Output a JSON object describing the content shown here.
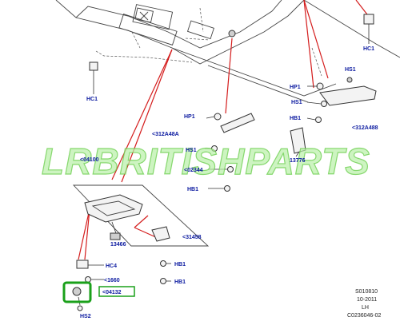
{
  "diagram": {
    "watermark": "LRBRITISHPARTS",
    "callouts": {
      "hc1_left": "HC1",
      "hc1_right": "HC1",
      "hp1_right": "HP1",
      "hs1_top": "HS1",
      "hs1_right": "HS1",
      "hb1_right": "HB1",
      "ref_312a488": "<312A488",
      "hp1_center": "HP1",
      "ref_312a48a": "<312A48A",
      "hs1_center": "HS1",
      "ref_02344": "<02344",
      "hb1_center": "HB1",
      "part_13776": "13776",
      "ref_04100": "<04100",
      "part_13466": "13466",
      "ref_31458": "<31458",
      "hc4": "HC4",
      "ref_1660": "<1660",
      "ref_04132": "<04132",
      "hs2": "HS2",
      "hb1_lower1": "HB1",
      "hb1_lower2": "HB1"
    },
    "meta": {
      "code": "S010810",
      "date": "10-2011",
      "side": "LH",
      "drawing": "C0236046-02"
    },
    "colors": {
      "callout_text": "#0b1aa0",
      "leader_red": "#d41c1c",
      "highlight_green": "#1aa01a",
      "watermark_green": "#b8f0a6"
    }
  }
}
